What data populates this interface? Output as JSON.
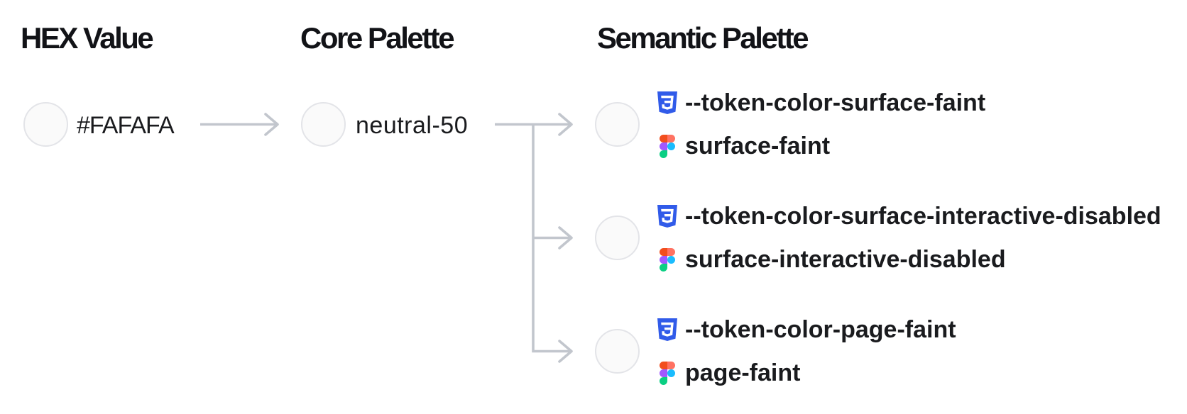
{
  "columns": [
    {
      "label": "HEX Value"
    },
    {
      "label": "Core Palette"
    },
    {
      "label": "Semantic Palette"
    }
  ],
  "hex_node": {
    "label": "#FAFAFA",
    "swatch_color": "#FAFAFA"
  },
  "core_node": {
    "label": "neutral-50",
    "swatch_color": "#FAFAFA"
  },
  "semantic_nodes": [
    {
      "css_variable": "--token-color-surface-faint",
      "figma_token": "surface-faint",
      "swatch_color": "#FAFAFA"
    },
    {
      "css_variable": "--token-color-surface-interactive-disabled",
      "figma_token": "surface-interactive-disabled",
      "swatch_color": "#FAFAFA"
    },
    {
      "css_variable": "--token-color-page-faint",
      "figma_token": "page-faint",
      "swatch_color": "#FAFAFA"
    }
  ],
  "colors": {
    "swatch_fill": "#FAFAFA",
    "swatch_border": "#E3E4E8",
    "connector": "#C2C6CD",
    "css_icon_blue": "#315BE9",
    "figma_red": "#F24E1E",
    "figma_salmon": "#FF7262",
    "figma_purple": "#A259FF",
    "figma_blue": "#1ABCFE",
    "figma_green": "#0ACF83"
  }
}
